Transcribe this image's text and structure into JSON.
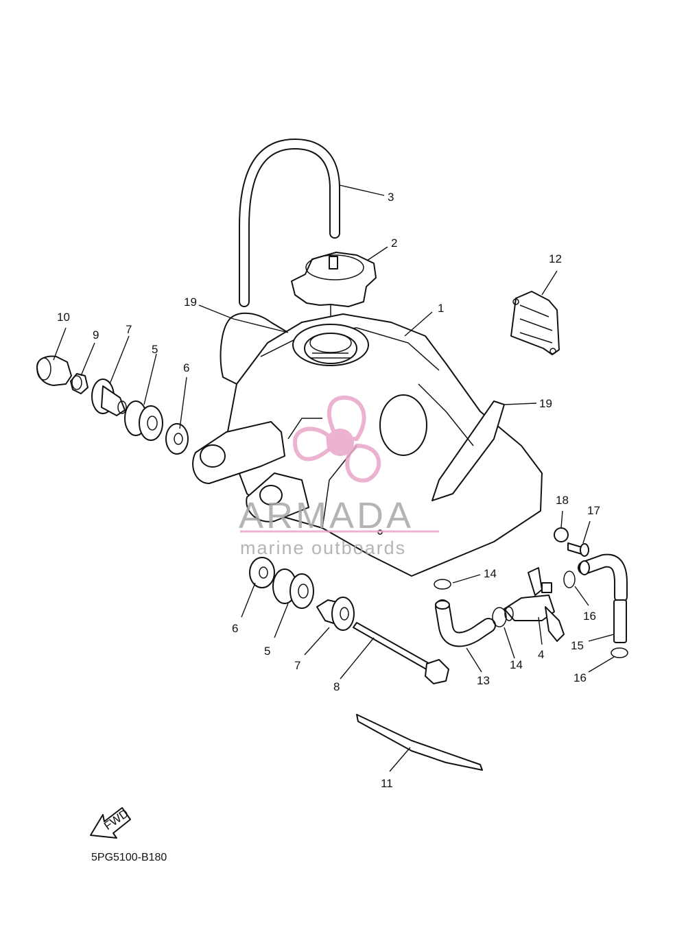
{
  "diagram_code": "5PG5100-B180",
  "fwd_label": "FWD",
  "watermark": {
    "brand": "ARMADA",
    "tagline": "marine outboards",
    "accent_color": "#e8a6c8"
  },
  "callouts": [
    {
      "id": "c1",
      "text": "1"
    },
    {
      "id": "c2",
      "text": "2"
    },
    {
      "id": "c3",
      "text": "3"
    },
    {
      "id": "c4",
      "text": "4"
    },
    {
      "id": "c5a",
      "text": "5"
    },
    {
      "id": "c5b",
      "text": "5"
    },
    {
      "id": "c6a",
      "text": "6"
    },
    {
      "id": "c6b",
      "text": "6"
    },
    {
      "id": "c7a",
      "text": "7"
    },
    {
      "id": "c7b",
      "text": "7"
    },
    {
      "id": "c8",
      "text": "8"
    },
    {
      "id": "c9",
      "text": "9"
    },
    {
      "id": "c10",
      "text": "10"
    },
    {
      "id": "c11",
      "text": "11"
    },
    {
      "id": "c12",
      "text": "12"
    },
    {
      "id": "c13",
      "text": "13"
    },
    {
      "id": "c14a",
      "text": "14"
    },
    {
      "id": "c14b",
      "text": "14"
    },
    {
      "id": "c15",
      "text": "15"
    },
    {
      "id": "c16a",
      "text": "16"
    },
    {
      "id": "c16b",
      "text": "16"
    },
    {
      "id": "c17",
      "text": "17"
    },
    {
      "id": "c18",
      "text": "18"
    },
    {
      "id": "c19a",
      "text": "19"
    },
    {
      "id": "c19b",
      "text": "19"
    }
  ]
}
